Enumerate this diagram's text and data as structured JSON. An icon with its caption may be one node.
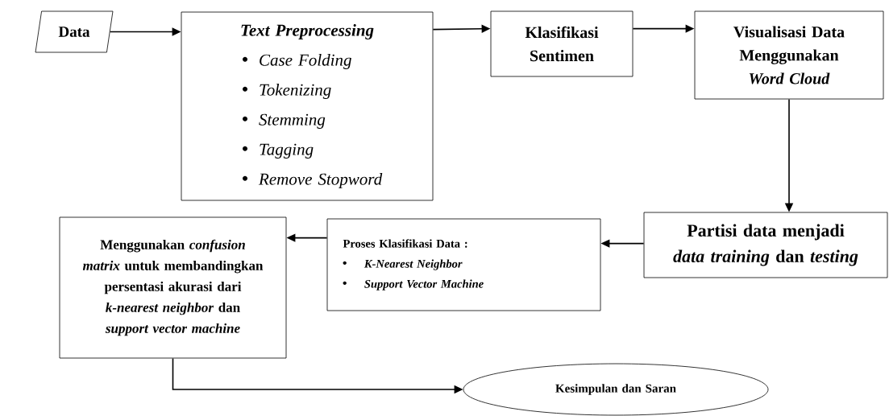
{
  "diagram": {
    "nodes": [
      {
        "text": [
          "Data"
        ]
      },
      {
        "text": [
          "Text Preprocessing",
          "Case Folding",
          "Tokenizing",
          "Stemming",
          "Tagging",
          "Remove Stopword"
        ]
      },
      {
        "text": [
          "Klasifikasi Sentimen"
        ]
      },
      {
        "text": [
          "Visualisasi Data Menggunakan *Word Cloud*"
        ]
      },
      {
        "text": [
          "Partisi data menjadi *data training* dan *testing*"
        ]
      },
      {
        "text": [
          "Proses Klasifikasi Data :",
          "K-Nearest Neighbor",
          "Support Vector Machine"
        ]
      },
      {
        "text": [
          "Menggunakan *confusion matrix* untuk membandingkan persentasi akurasi dari *k-nearest neighbor* dan *support vector machine*"
        ]
      },
      {
        "text": [
          "Kesimpulan dan Saran"
        ]
      }
    ],
    "edges": [
      {
        "from": 0,
        "to": 1,
        "arrow": "to"
      },
      {
        "from": 1,
        "to": 2,
        "arrow": "to"
      },
      {
        "from": 2,
        "to": 3,
        "arrow": "to"
      },
      {
        "from": 3,
        "to": 4,
        "arrow": "to"
      },
      {
        "from": 4,
        "to": 5,
        "arrow": "to"
      },
      {
        "from": 5,
        "to": 6,
        "arrow": "to"
      },
      {
        "from": 6,
        "to": 7,
        "arrow": "to"
      }
    ]
  }
}
